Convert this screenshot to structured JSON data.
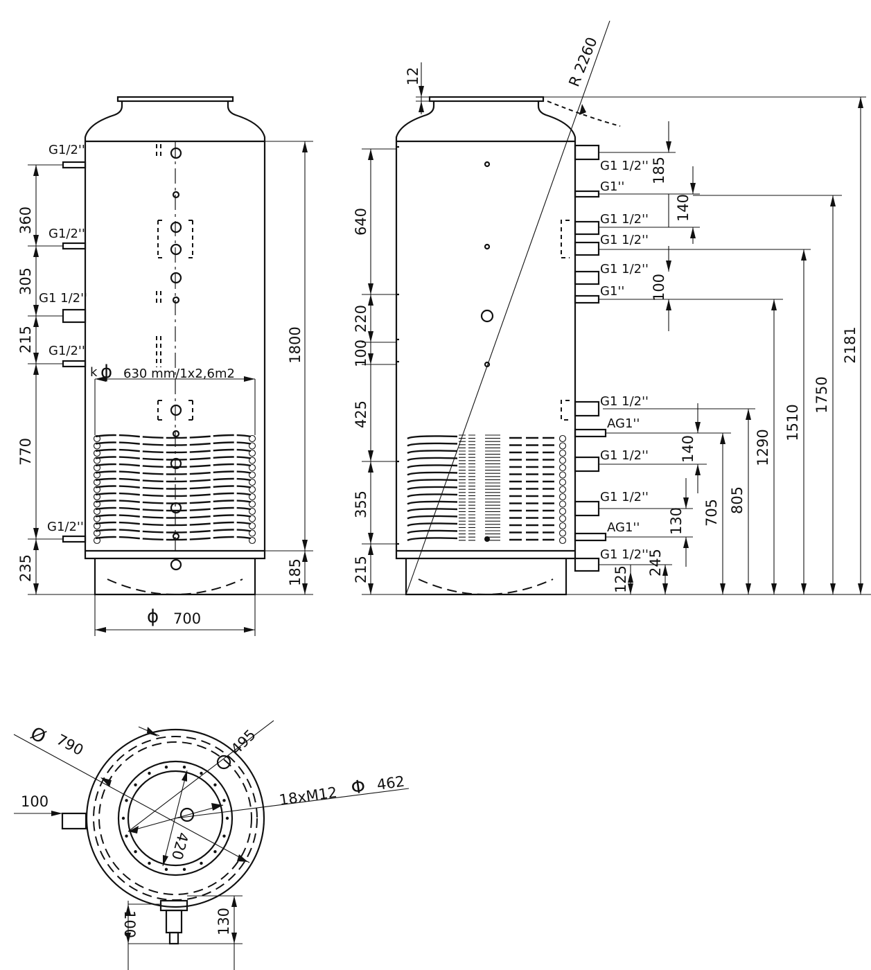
{
  "front_view": {
    "total_height": "1800",
    "bottom_height": "185",
    "diameter_symbol": "ϕ",
    "diameter_value": "700",
    "coil_label_prefix": "k",
    "coil_label_phi": "ϕ",
    "coil_label": "630 mm/1x2,6m2",
    "left_dims": [
      "360",
      "305",
      "215",
      "770",
      "235"
    ],
    "left_ports": [
      "G1/2''",
      "G1/2''",
      "G1 1/2''",
      "G1/2''",
      "G1/2''"
    ]
  },
  "side_view": {
    "flange_thickness": "12",
    "radius": "R 2260",
    "left_dims": [
      "640",
      "220",
      "100",
      "425",
      "355",
      "215"
    ],
    "port_labels": [
      "G1 1/2''",
      "G1''",
      "G1 1/2''",
      "G1 1/2''",
      "G1 1/2''",
      "G1''",
      "G1 1/2''",
      "AG1''",
      "G1 1/2''",
      "G1 1/2''",
      "AG1''",
      "G1 1/2''"
    ],
    "small_dims": [
      "185",
      "140",
      "100",
      "140",
      "130",
      "245",
      "125"
    ],
    "height_dims": [
      "705",
      "805",
      "1290",
      "1510",
      "1750",
      "2181"
    ]
  },
  "top_view": {
    "outer_symbol": "Ø",
    "outer_diameter": "790",
    "inner_diameter": "495",
    "bolts": "18xM12",
    "bolt_circle_symbol": "Φ",
    "bolt_circle": "462",
    "flange_inner": "420",
    "port_offset": "100",
    "bottom_dim_1": "100",
    "bottom_dim_2": "130"
  }
}
